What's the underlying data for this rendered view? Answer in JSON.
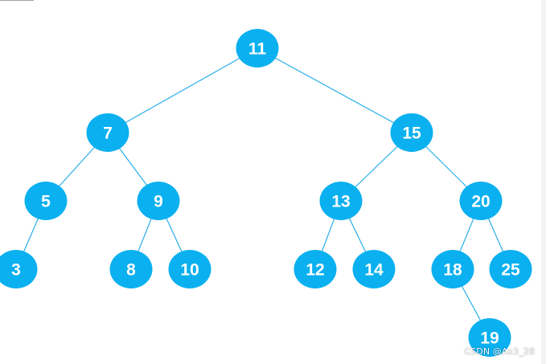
{
  "tree": {
    "nodes": [
      {
        "id": "n11",
        "label": "11"
      },
      {
        "id": "n7",
        "label": "7"
      },
      {
        "id": "n15",
        "label": "15"
      },
      {
        "id": "n5",
        "label": "5"
      },
      {
        "id": "n9",
        "label": "9"
      },
      {
        "id": "n13",
        "label": "13"
      },
      {
        "id": "n20",
        "label": "20"
      },
      {
        "id": "n3",
        "label": "3"
      },
      {
        "id": "n8",
        "label": "8"
      },
      {
        "id": "n10",
        "label": "10"
      },
      {
        "id": "n12",
        "label": "12"
      },
      {
        "id": "n14",
        "label": "14"
      },
      {
        "id": "n18",
        "label": "18"
      },
      {
        "id": "n25",
        "label": "25"
      },
      {
        "id": "n19",
        "label": "19"
      }
    ],
    "edges": [
      [
        "n11",
        "n7"
      ],
      [
        "n11",
        "n15"
      ],
      [
        "n7",
        "n5"
      ],
      [
        "n7",
        "n9"
      ],
      [
        "n15",
        "n13"
      ],
      [
        "n15",
        "n20"
      ],
      [
        "n5",
        "n3"
      ],
      [
        "n9",
        "n8"
      ],
      [
        "n9",
        "n10"
      ],
      [
        "n13",
        "n12"
      ],
      [
        "n13",
        "n14"
      ],
      [
        "n20",
        "n18"
      ],
      [
        "n20",
        "n25"
      ],
      [
        "n18",
        "n19"
      ]
    ],
    "colors": {
      "node_fill": "#0ab0ef",
      "edge": "#2aaee8",
      "label": "#ffffff"
    }
  },
  "watermark": {
    "text": "CSDN @Ax3_28"
  }
}
